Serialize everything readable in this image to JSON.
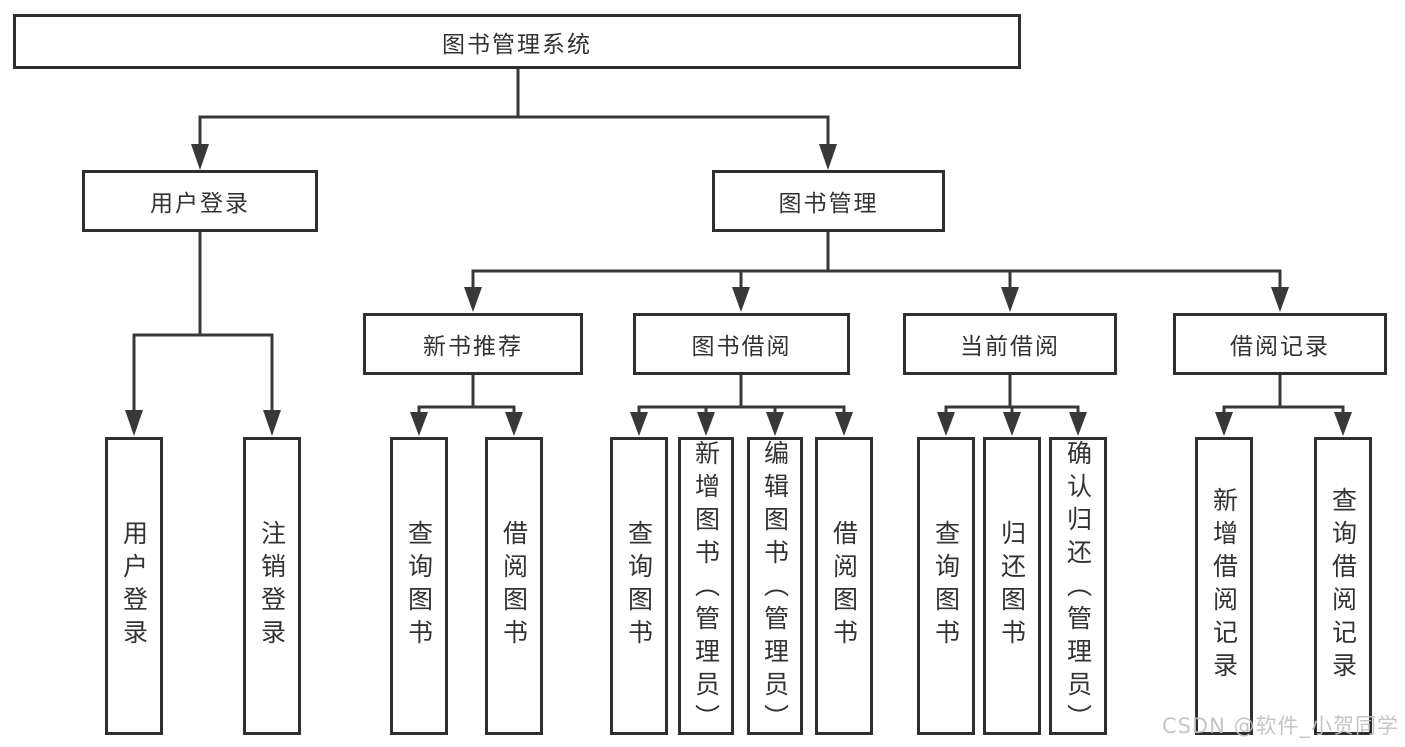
{
  "diagram": {
    "title": "图书管理系统",
    "level2": [
      {
        "label": "用户登录"
      },
      {
        "label": "图书管理"
      }
    ],
    "level3": [
      {
        "label": "新书推荐"
      },
      {
        "label": "图书借阅"
      },
      {
        "label": "当前借阅"
      },
      {
        "label": "借阅记录"
      }
    ],
    "leaves": {
      "user_login": [
        {
          "label": "用户登录"
        },
        {
          "label": "注销登录"
        }
      ],
      "new_book_recommend": [
        {
          "label": "查询图书"
        },
        {
          "label": "借阅图书"
        }
      ],
      "book_borrow": [
        {
          "label": "查询图书"
        },
        {
          "label": "新增图书（管理员）"
        },
        {
          "label": "编辑图书（管理员）"
        },
        {
          "label": "借阅图书"
        }
      ],
      "current_borrow": [
        {
          "label": "查询图书"
        },
        {
          "label": "归还图书"
        },
        {
          "label": "确认归还（管理员）"
        }
      ],
      "borrow_records": [
        {
          "label": "新增借阅记录"
        },
        {
          "label": "查询借阅记录"
        }
      ]
    }
  },
  "watermark": "CSDN @软件_小贺同学",
  "colors": {
    "line": "#383838",
    "border": "#2f2f2f",
    "text": "#333333",
    "watermark": "#c1c1c1",
    "background": "#ffffff"
  }
}
